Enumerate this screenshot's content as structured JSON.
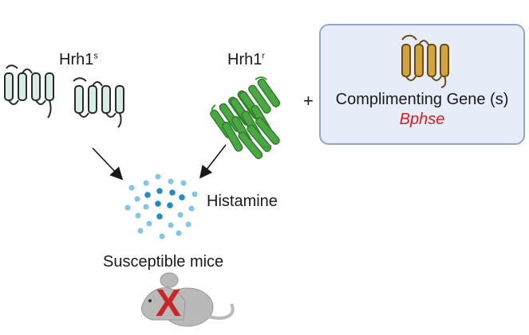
{
  "labels": {
    "hrh1_s": {
      "base": "Hrh1",
      "sup": "s"
    },
    "hrh1_r": {
      "base": "Hrh1",
      "sup": "r"
    },
    "plus": "+",
    "complementing_gene": "Complimenting Gene (s)",
    "gene_name": "Bphse",
    "histamine": "Histamine",
    "susceptible_mice": "Susceptible mice",
    "x_mark": "X"
  },
  "colors": {
    "receptor_s_fill": "#d6ece4",
    "receptor_r_fill": "#4aa843",
    "gene_fill": "#d4a43a",
    "histamine_dark": "#1e8ec4",
    "histamine_light": "#7fc6e8",
    "box_fill": "#e6ecf8",
    "box_border": "#8aa7d6",
    "gene_text": "#e01b1b",
    "x_color": "#c62828",
    "mouse": "#b9b9b9"
  },
  "icons": [
    "receptor-icon",
    "histamine-icon",
    "mouse-icon",
    "arrow-icon"
  ]
}
